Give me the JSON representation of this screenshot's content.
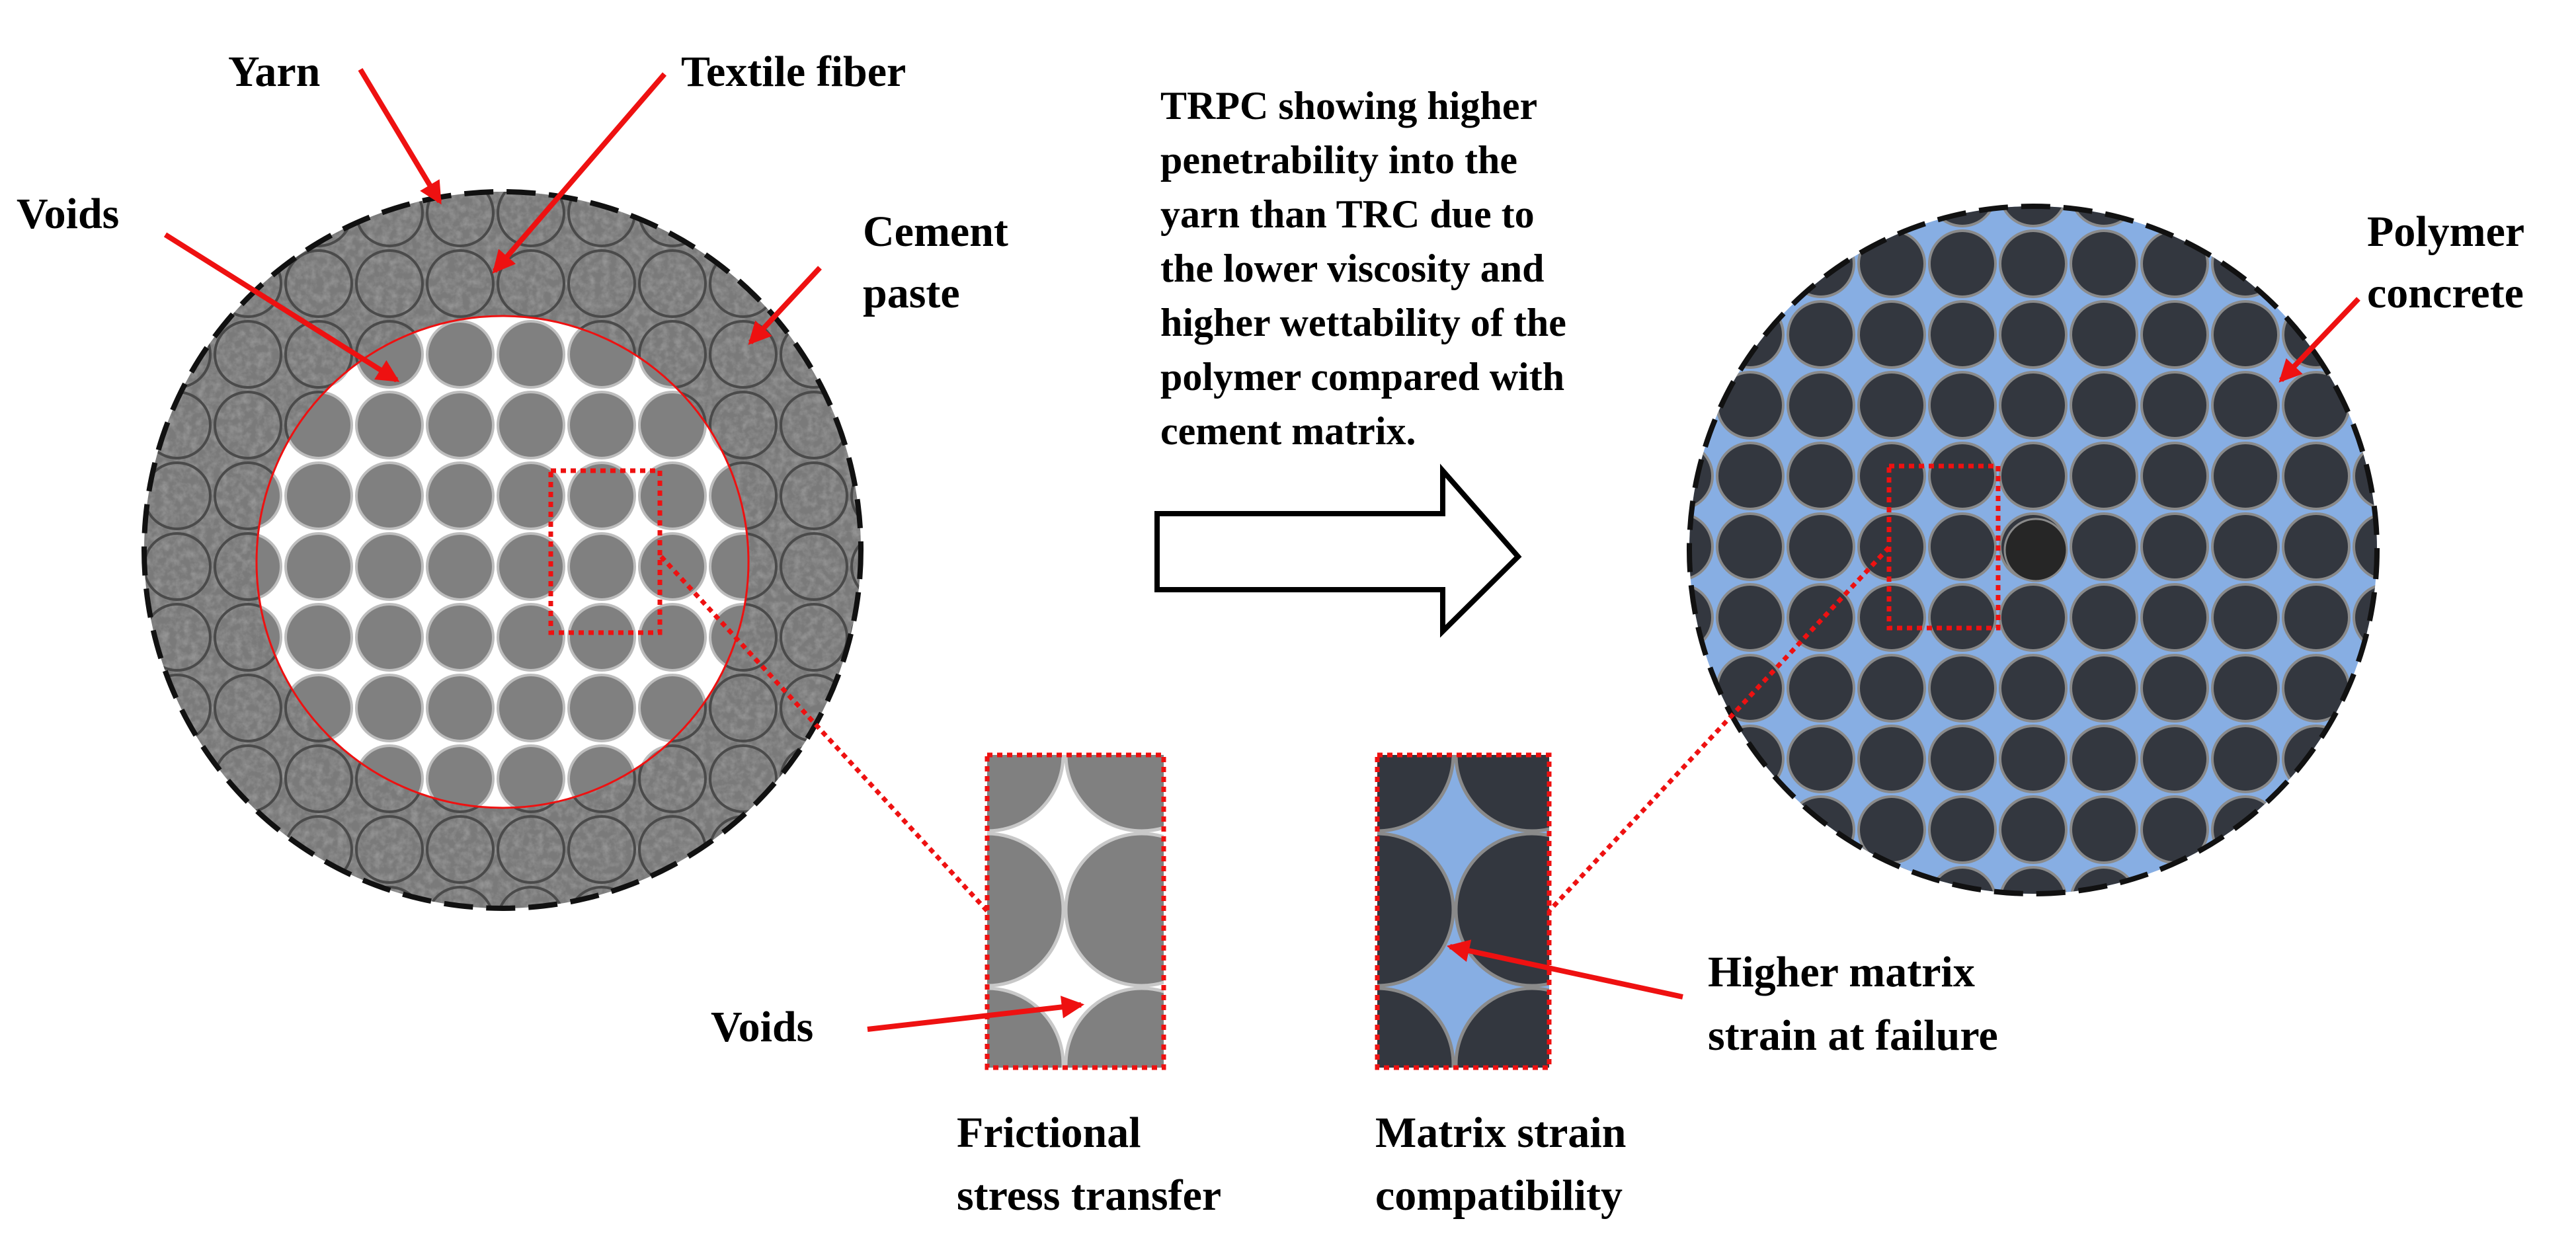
{
  "labels": {
    "yarn": "Yarn",
    "textile_fiber": "Textile fiber",
    "voids_top": "Voids",
    "cement": "Cement",
    "paste": "paste",
    "polymer": "Polymer",
    "concrete": "concrete",
    "voids_bottom": "Voids",
    "higher_matrix": "Higher matrix",
    "strain_at_failure": "strain at failure",
    "frictional": "Frictional",
    "stress_transfer": "stress transfer",
    "matrix_strain": "Matrix strain",
    "compatibility": "compatibility"
  },
  "description": {
    "line1": "TRPC showing higher",
    "line2": "penetrability into the",
    "line3": "yarn than TRC due to",
    "line4": "the lower viscosity and",
    "line5": "higher wettability  of the",
    "line6": "polymer compared with",
    "line7": "cement matrix."
  },
  "colors": {
    "arrow_red": "#ee1111",
    "fiber_gray": "#808080",
    "cement_gray": "#7a7a7a",
    "polymer_blue": "#87aee3",
    "fiber_dark": "#33373f",
    "void_white": "#ffffff"
  }
}
